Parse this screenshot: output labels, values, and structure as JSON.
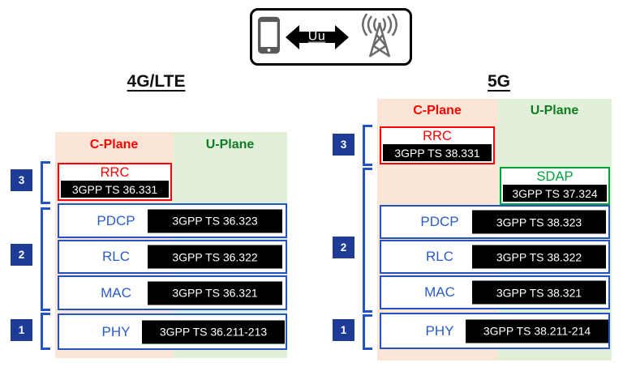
{
  "air_interface": {
    "label": "Uu",
    "phone_icon": "smartphone-icon",
    "antenna_icon": "base-station-antenna-icon"
  },
  "colors": {
    "cplane_bg": "#FBE5D6",
    "uplane_bg": "#E2F0D9",
    "cplane_text": "#FF0000",
    "uplane_text": "#0E7D25",
    "layer_border_blue": "#2353C3",
    "layer_label_blue": "#2A5CC8",
    "number_badge_bg": "#1E3C96",
    "rrc_red": "#FF0000",
    "sdap_green": "#00A03C",
    "spec_box_bg": "#000000",
    "spec_box_text": "#FFFFFF"
  },
  "stacks": [
    {
      "title": "4G/LTE",
      "planes": {
        "cplane": "C-Plane",
        "uplane": "U-Plane"
      },
      "layer3": {
        "name": "RRC",
        "spec": "3GPP TS 36.331"
      },
      "layer2": {
        "rows": [
          {
            "name": "PDCP",
            "spec": "3GPP TS 36.323"
          },
          {
            "name": "RLC",
            "spec": "3GPP TS 36.322"
          },
          {
            "name": "MAC",
            "spec": "3GPP TS 36.321"
          }
        ]
      },
      "layer1": {
        "name": "PHY",
        "spec": "3GPP TS 36.211-213"
      },
      "layer_numbers": {
        "l3": "3",
        "l2": "2",
        "l1": "1"
      }
    },
    {
      "title": "5G",
      "planes": {
        "cplane": "C-Plane",
        "uplane": "U-Plane"
      },
      "layer3": {
        "name": "RRC",
        "spec": "3GPP TS 38.331"
      },
      "sdap": {
        "name": "SDAP",
        "spec": "3GPP TS 37.324"
      },
      "layer2": {
        "rows": [
          {
            "name": "PDCP",
            "spec": "3GPP TS 38.323"
          },
          {
            "name": "RLC",
            "spec": "3GPP TS 38.322"
          },
          {
            "name": "MAC",
            "spec": "3GPP TS 38.321"
          }
        ]
      },
      "layer1": {
        "name": "PHY",
        "spec": "3GPP TS 38.211-214"
      },
      "layer_numbers": {
        "l3": "3",
        "l2": "2",
        "l1": "1"
      }
    }
  ]
}
